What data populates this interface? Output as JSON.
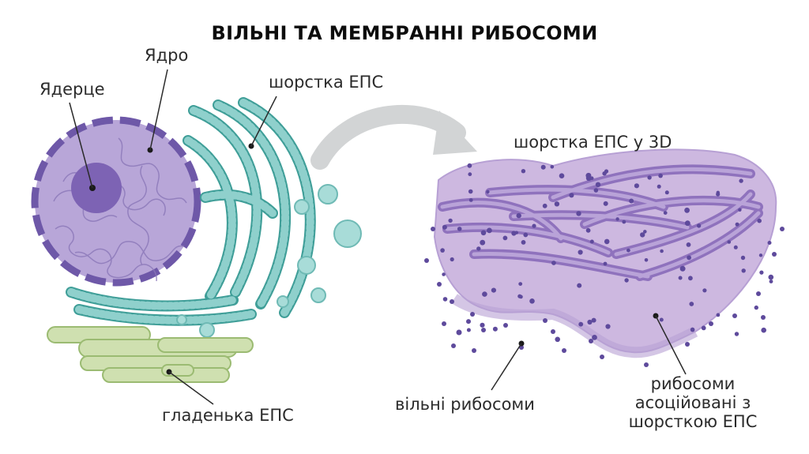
{
  "title": "ВІЛЬНІ ТА МЕМБРАННІ РИБОСОМИ",
  "labels": {
    "nucleus": "Ядро",
    "nucleolus": "Ядерце",
    "rough_er": "шорстка ЕПС",
    "rough_er_3d": "шорстка ЕПС у 3D",
    "smooth_er": "гладенька ЕПС",
    "free_ribosomes": "вільні рибосоми",
    "bound_ribosomes": "рибосоми асоційовані з шорсткою ЕПС"
  },
  "colors": {
    "nucleus_fill": "#b8a6d8",
    "nucleus_border": "#6e58a8",
    "nucleolus_fill": "#7d63b4",
    "rough_er": "#8fd0cc",
    "rough_er_edge": "#3f9e98",
    "smooth_er": "#cfe0b0",
    "smooth_er_edge": "#9bbb72",
    "er3d_body": "#cdb8e0",
    "er3d_cistern": "#9f84c6",
    "ribosome": "#5e4a9c",
    "arrow": "#d2d4d5"
  }
}
